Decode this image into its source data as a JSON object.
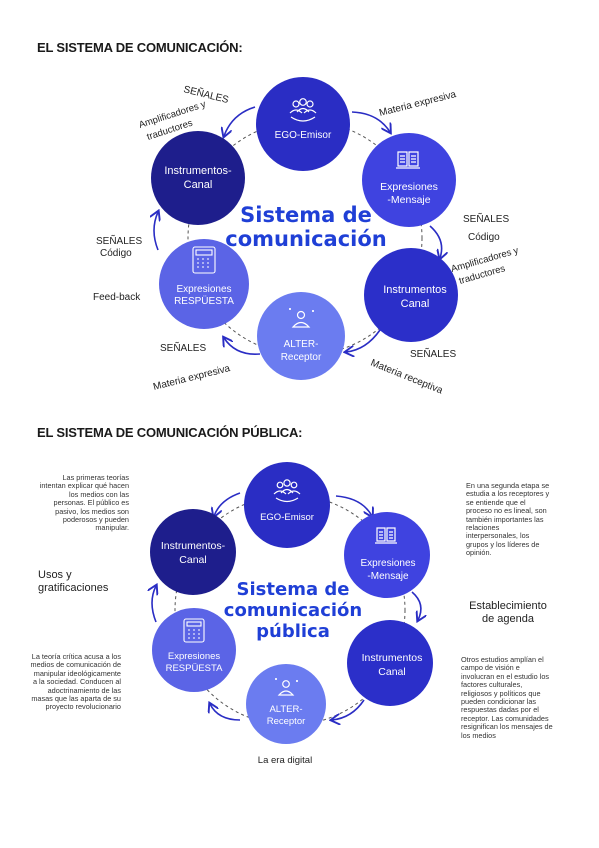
{
  "section1": {
    "title": "EL SISTEMA DE COMUNICACIÓN:",
    "center": [
      "Sistema de",
      "comunicación"
    ],
    "nodes": {
      "ego": [
        "EGO-Emisor"
      ],
      "expr_msg": [
        "Expresiones",
        "-Mensaje"
      ],
      "instr_right": [
        "Instrumentos",
        "Canal"
      ],
      "alter": [
        "ALTER-",
        "Receptor"
      ],
      "expr_resp": [
        "Expresiones",
        "RESPÜESTA"
      ],
      "instr_left": [
        "Instrumentos-",
        "Canal"
      ]
    },
    "labels": {
      "senales_top": "SEÑALES",
      "amplif_left": [
        "Amplificadores y",
        "traductores"
      ],
      "materia_expresiva_top": "Materia expresiva",
      "senales_right": "SEÑALES",
      "codigo_right": "Código",
      "amplif_right": [
        "Amplificadores y",
        "traductores"
      ],
      "senales_left": "SEÑALES",
      "codigo_left": "Código",
      "feedback": "Feed-back",
      "senales_bottom_left": "SEÑALES",
      "materia_expresiva_bottom": "Materia expresiva",
      "senales_bottom_right": "SEÑALES",
      "materia_receptiva": "Materia receptiva"
    }
  },
  "section2": {
    "title": "EL SISTEMA DE COMUNICACIÓN PÚBLICA:",
    "center": [
      "Sistema de",
      "comunicación",
      "pública"
    ],
    "nodes": {
      "ego": [
        "EGO-Emisor"
      ],
      "expr_msg": [
        "Expresiones",
        "-Mensaje"
      ],
      "instr_right": [
        "Instrumentos",
        "Canal"
      ],
      "alter": [
        "ALTER-",
        "Receptor"
      ],
      "expr_resp": [
        "Expresiones",
        "RESPÜESTA"
      ],
      "instr_left": [
        "Instrumentos-",
        "Canal"
      ]
    },
    "notes": {
      "top_left": "Las primeras teorías intentan explicar qué hacen los medios con las personas. El público es pasivo, los medios son poderosos y pueden manipular.",
      "usos": "Usos y gratificaciones",
      "bottom_left": "La teoría crítica acusa a los medios de comunicación de manipular ideológicamente a la sociedad. Conducen al adoctrinamiento de las masas que las aparta de su proyecto revolucionario",
      "top_right": "En una segunda etapa se estudia a los receptores y se entiende que el proceso no es lineal, son también importantes las relaciones interpersonales, los grupos y los líderes de opinión.",
      "agenda": "Establecimiento de agenda",
      "bottom_right": "Otros estudios amplían el campo de visión e involucran en el estudio los factores culturales, religiosos y políticos que pueden condicionar las respuestas dadas por el receptor. Las comunidades resignifican los mensajes de los medios",
      "era_digital": "La era digital"
    }
  },
  "colors": {
    "ego": "#2a2dc4",
    "expr_msg": "#3f43e0",
    "instr_right": "#2b2fc9",
    "alter": "#6b7cf0",
    "expr_resp": "#5b64e6",
    "instr_left": "#1e1e8c",
    "title_blue": "#1f3fd6"
  }
}
